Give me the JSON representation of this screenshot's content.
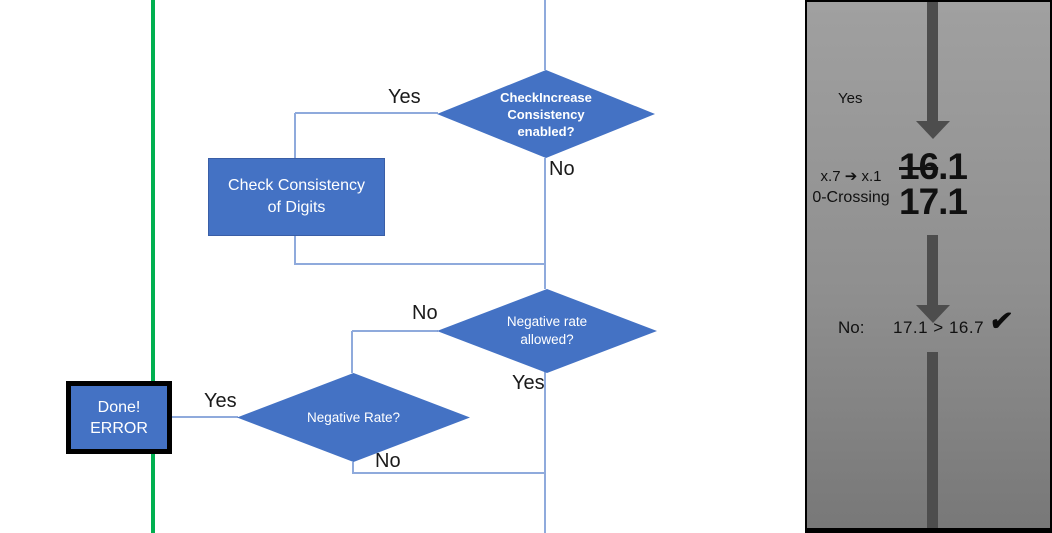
{
  "colors": {
    "shape_blue": "#4472C4",
    "shape_border": "#3A5EA6",
    "connector": "#8FAADC",
    "green_line": "#00B050",
    "arrow_gray": "#4D4D4D",
    "panel_border": "#000000"
  },
  "flowchart": {
    "decision_check_increase": {
      "line1": "CheckIncrease",
      "line2": "Consistency",
      "line3": "enabled?"
    },
    "process_check_consistency": {
      "line1": "Check Consistency",
      "line2": "of Digits"
    },
    "decision_negative_rate_allowed": {
      "line1": "Negative rate",
      "line2": "allowed?"
    },
    "decision_negative_rate": {
      "label": "Negative Rate?"
    },
    "terminator_done": {
      "line1": "Done!",
      "line2": "ERROR"
    },
    "edge_labels": {
      "top_yes": "Yes",
      "top_no": "No",
      "mid_no": "No",
      "mid_yes": "Yes",
      "bottom_yes": "Yes",
      "bottom_no": "No"
    }
  },
  "side_panel": {
    "yes_label": "Yes",
    "case_line1": "x.7 ➔ x.1",
    "case_line2": "0-Crossing",
    "old_value_struck": "16",
    "old_value_rest": ".1",
    "new_value": "17.1",
    "result_label": "No:",
    "result_comparison": "17.1 > 16.7",
    "result_check": "✔"
  }
}
